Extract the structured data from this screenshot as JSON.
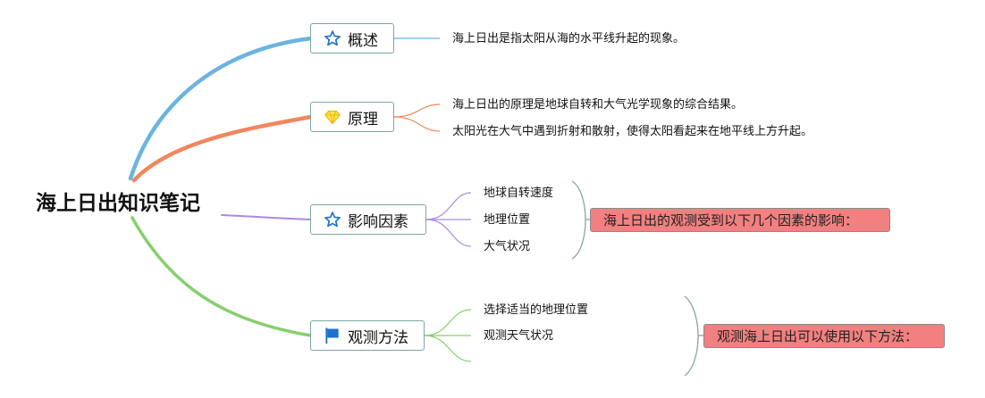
{
  "root": {
    "title": "海上日出知识笔记"
  },
  "colors": {
    "branch_blue": "#6cb4df",
    "branch_orange": "#f0875d",
    "branch_purple": "#a98ae0",
    "branch_green": "#86cf6e",
    "summary_fill": "#f28080",
    "topic_border": "#7aa8a3"
  },
  "topics": [
    {
      "label": "概述",
      "icon": "star-icon",
      "leaves": [
        "海上日出是指太阳从海的水平线升起的现象。"
      ]
    },
    {
      "label": "原理",
      "icon": "diamond-icon",
      "leaves": [
        "海上日出的原理是地球自转和大气光学现象的综合结果。",
        "太阳光在大气中遇到折射和散射，使得太阳看起来在地平线上方升起。"
      ]
    },
    {
      "label": "影响因素",
      "icon": "star-icon",
      "leaves": [
        "地球自转速度",
        "地理位置",
        "大气状况"
      ],
      "summary": "海上日出的观测受到以下几个因素的影响："
    },
    {
      "label": "观测方法",
      "icon": "flag-icon",
      "leaves": [
        "选择适当的地理位置",
        "观测天气状况",
        ""
      ],
      "summary": "观测海上日出可以使用以下方法："
    }
  ]
}
